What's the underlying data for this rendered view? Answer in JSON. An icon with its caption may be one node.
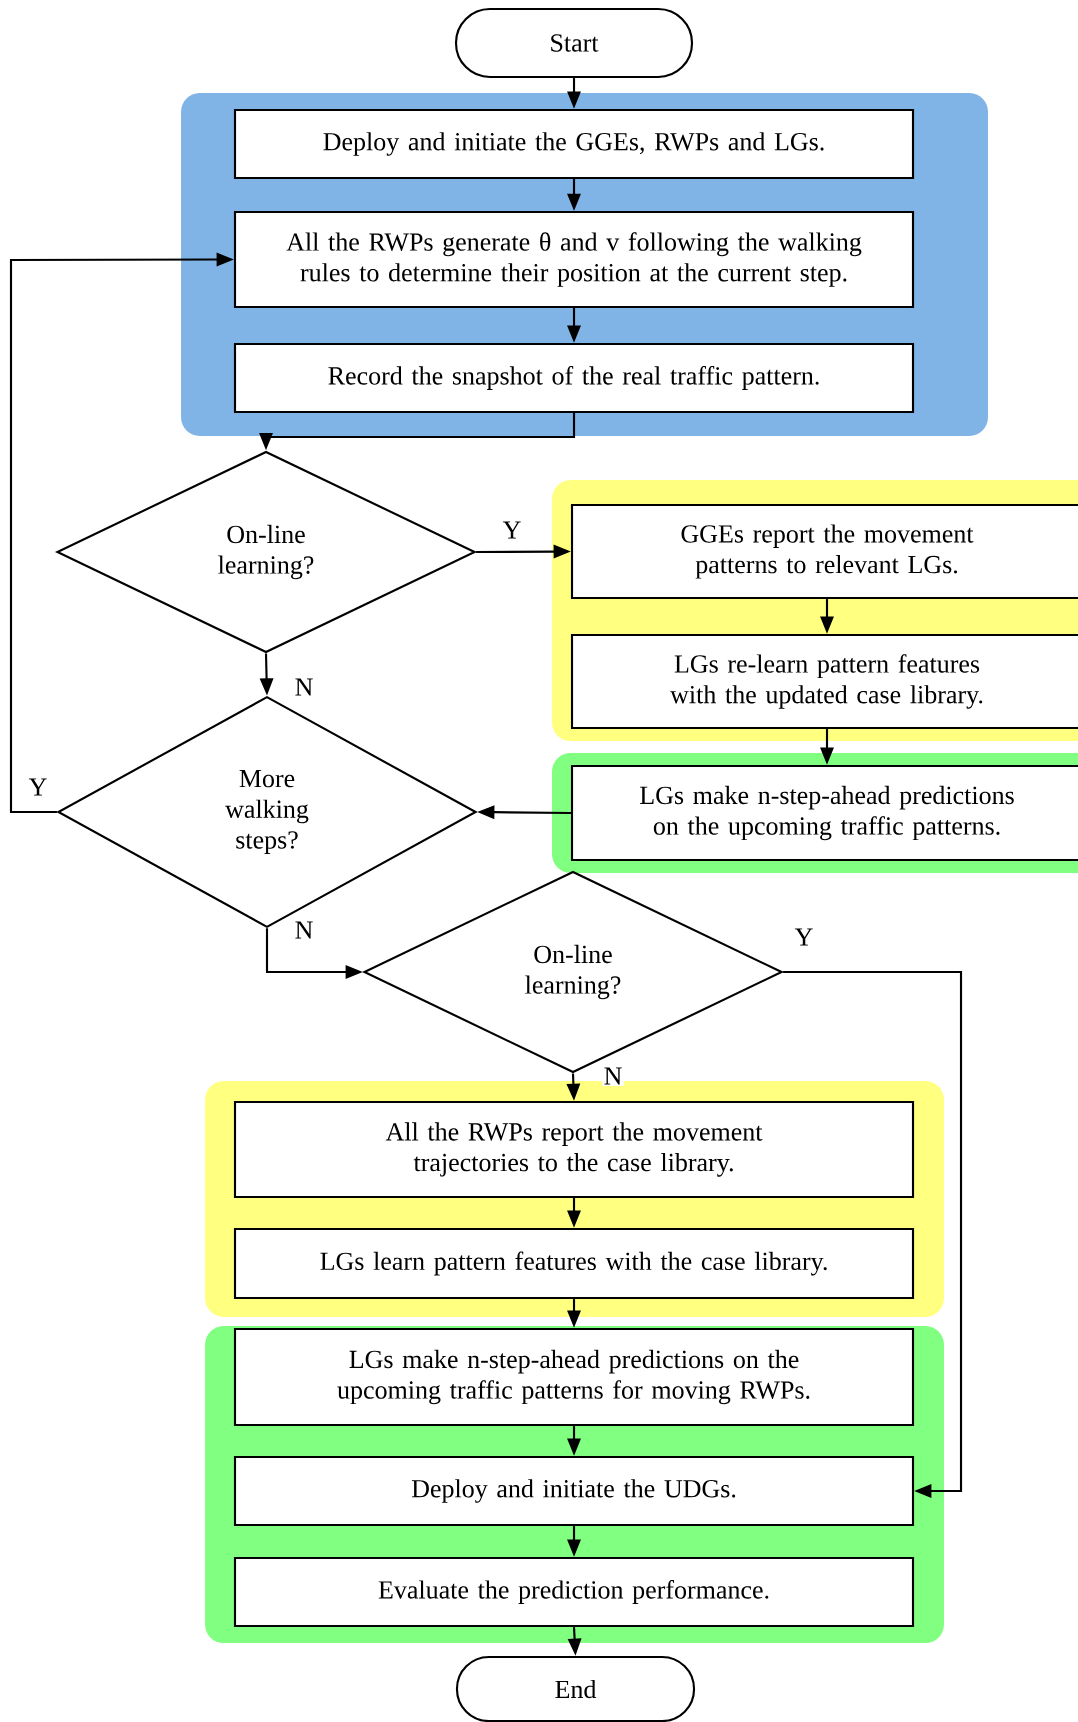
{
  "diagram": {
    "nodes": [
      {
        "text": [
          "Start"
        ]
      },
      {
        "text": [],
        "shape": "box"
      },
      {
        "text": [
          "Deploy and initiate the GGEs, RWPs and LGs."
        ],
        "in": 1
      },
      {
        "text": [
          "All the RWPs generate  θ  and  v  following the walking rules to determine their position at the current step."
        ],
        "in": 1
      },
      {
        "text": [
          "Record the snapshot of the real traffic pattern."
        ],
        "in": 1
      },
      {
        "text": [
          "On-line learning?"
        ]
      },
      {
        "text": [],
        "shape": "box"
      },
      {
        "text": [
          "GGEs report the movement patterns to relevant LGs."
        ],
        "in": 6
      },
      {
        "text": [
          "LGs re-learn pattern features with the updated case library."
        ],
        "in": 6
      },
      {
        "text": [],
        "shape": "box"
      },
      {
        "text": [
          "LGs make n-step-ahead predictions on the upcoming traffic patterns."
        ],
        "in": 9
      },
      {
        "text": [
          "More walking steps?"
        ]
      },
      {
        "text": [
          "On-line learning?"
        ]
      },
      {
        "text": [],
        "shape": "box"
      },
      {
        "text": [
          "All the RWPs report the movement trajectories to the case library."
        ],
        "in": 13
      },
      {
        "text": [
          "LGs learn pattern features with the case library."
        ],
        "in": 13
      },
      {
        "text": [],
        "shape": "box"
      },
      {
        "text": [
          "LGs make n-step-ahead predictions on the upcoming traffic patterns for moving RWPs."
        ],
        "in": 16
      },
      {
        "text": [
          "Deploy and initiate the UDGs."
        ],
        "in": 16
      },
      {
        "text": [
          "Evaluate the prediction performance."
        ],
        "in": 16
      },
      {
        "text": [
          "End"
        ]
      }
    ],
    "edges": [
      {
        "from": 0,
        "to": 2,
        "arrow": "to"
      },
      {
        "from": 2,
        "to": 3,
        "arrow": "to"
      },
      {
        "from": 3,
        "to": 4,
        "arrow": "to"
      },
      {
        "from": 4,
        "to": 5,
        "arrow": "to"
      },
      {
        "from": 5,
        "to": 7,
        "arrow": "to",
        "label": "Y"
      },
      {
        "from": 7,
        "to": 8,
        "arrow": "to"
      },
      {
        "from": 8,
        "to": 10,
        "arrow": "to"
      },
      {
        "from": 10,
        "to": 11,
        "arrow": "to"
      },
      {
        "from": 5,
        "to": 11,
        "arrow": "to",
        "label": "N"
      },
      {
        "from": 11,
        "to": 3,
        "arrow": "to",
        "label": "Y"
      },
      {
        "from": 11,
        "to": 12,
        "arrow": "to",
        "label": "N"
      },
      {
        "from": 12,
        "to": 14,
        "arrow": "to",
        "label": "N"
      },
      {
        "from": 12,
        "to": 18,
        "arrow": "to",
        "label": "Y"
      },
      {
        "from": 14,
        "to": 15,
        "arrow": "to"
      },
      {
        "from": 15,
        "to": 17,
        "arrow": "to"
      },
      {
        "from": 17,
        "to": 18,
        "arrow": "to"
      },
      {
        "from": 18,
        "to": 19,
        "arrow": "to"
      },
      {
        "from": 19,
        "to": 20,
        "arrow": "to"
      }
    ]
  }
}
